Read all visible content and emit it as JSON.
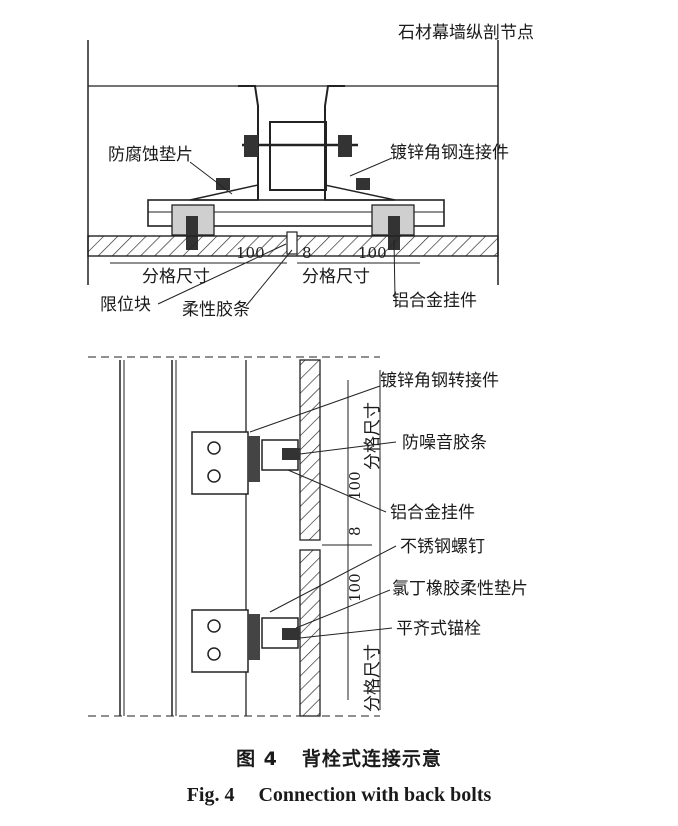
{
  "top_view": {
    "title": "石材幕墙纵剖节点",
    "labels": {
      "anticorrosion_pad": "防腐蚀垫片",
      "galvanized_connector": "镀锌角钢连接件",
      "limit_block": "限位块",
      "flexible_strip": "柔性胶条",
      "aluminum_hanger": "铝合金挂件",
      "module_size_left": "分格尺寸",
      "module_size_right": "分格尺寸"
    },
    "dims": {
      "left_100": "100",
      "gap_8": "8",
      "right_100": "100"
    }
  },
  "side_view": {
    "labels": {
      "galvanized_adapter": "镀锌角钢转接件",
      "anti_noise_strip": "防噪音胶条",
      "aluminum_hanger": "铝合金挂件",
      "stainless_screw": "不锈钢螺钉",
      "neoprene_pad": "氯丁橡胶柔性垫片",
      "undercut_anchor": "平齐式锚栓",
      "module_size_top": "分格尺寸",
      "module_size_bottom": "分格尺寸"
    },
    "dims": {
      "upper_100": "100",
      "gap_8": "8",
      "lower_100": "100"
    }
  },
  "caption": {
    "zh_fig": "图 4",
    "zh_text": "背栓式连接示意",
    "en_fig": "Fig. 4",
    "en_text": "Connection with back bolts"
  }
}
